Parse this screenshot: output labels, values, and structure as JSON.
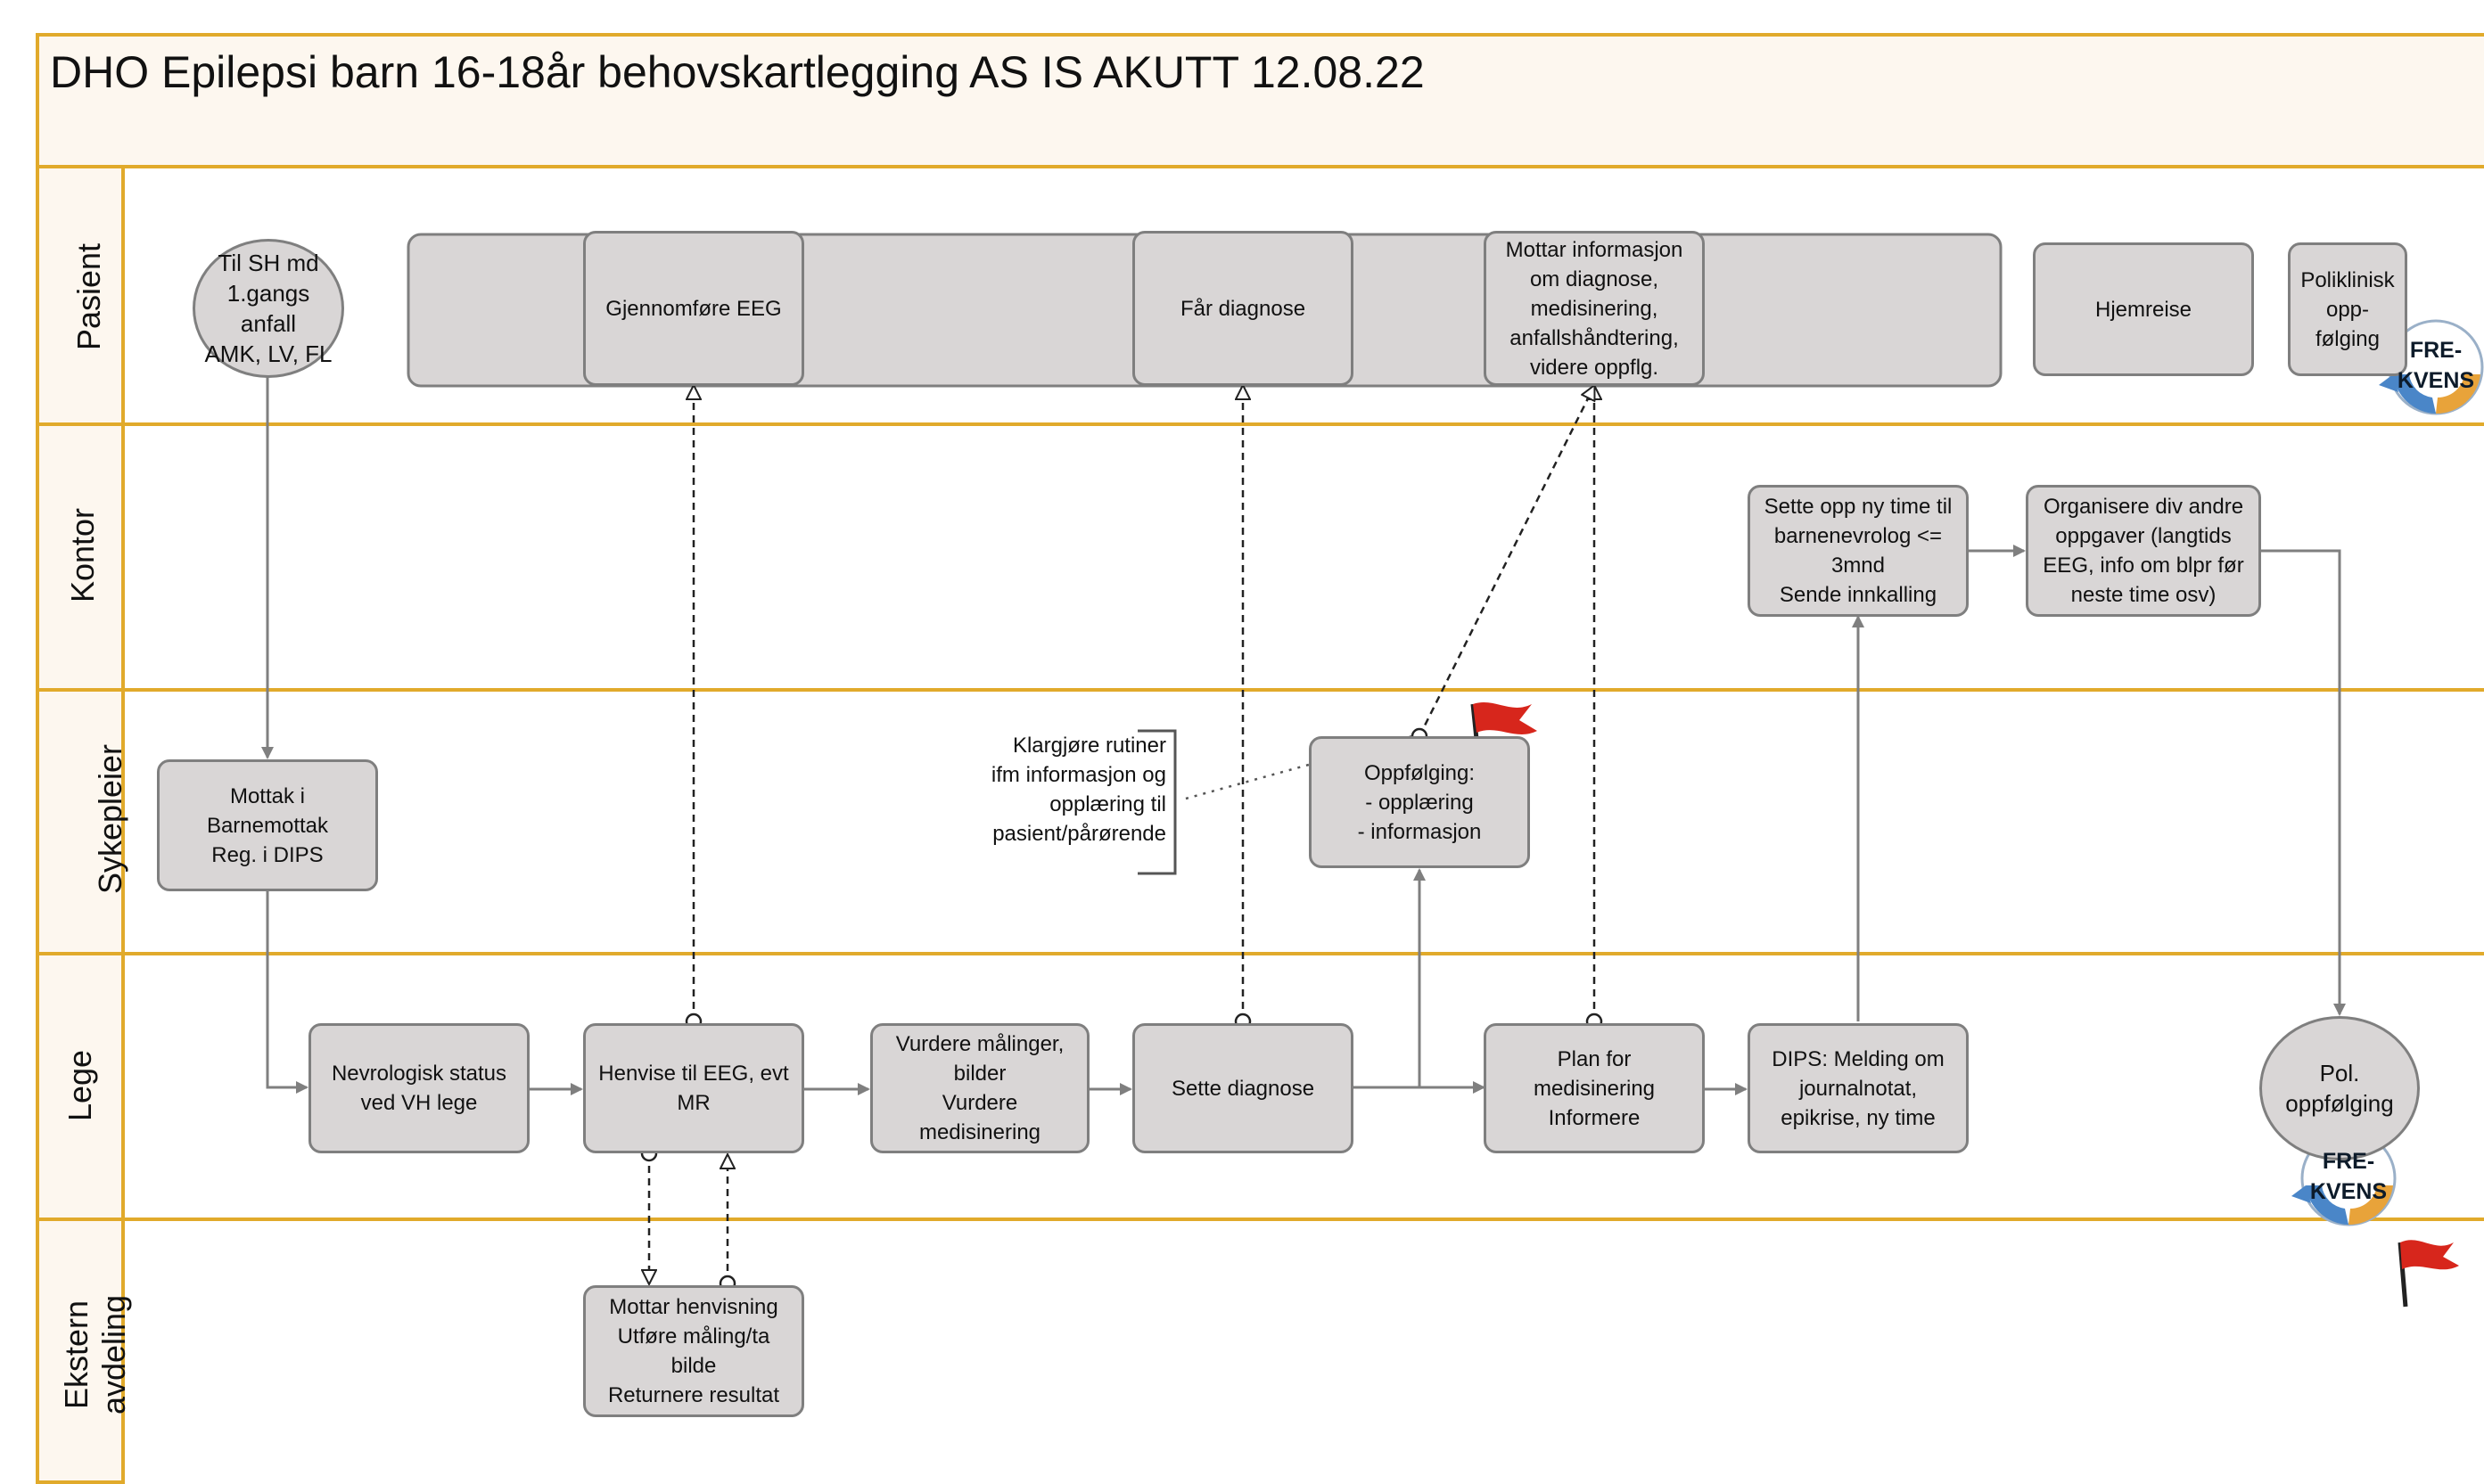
{
  "title": "DHO Epilepsi barn 16-18år behovskartlegging AS IS AKUTT 12.08.22",
  "lanes": {
    "pasient": "Pasient",
    "kontor": "Kontor",
    "sykepleier": "Sykepleier",
    "lege": "Lege",
    "ekstern": "Ekstern\navdeling"
  },
  "nodes": {
    "start": "Til SH md\n1.gangs anfall\nAMK, LV, FL",
    "gjennomfore_eeg": "Gjennomføre EEG",
    "far_diagnose": "Får diagnose",
    "mottar_info": "Mottar informasjon\nom diagnose,\nmedisinering,\nanfallshåndtering,\nvidere oppflg.",
    "hjemreise": "Hjemreise",
    "poliklinisk": "Poliklinisk\nopp-\nfølging",
    "sette_opp_time": "Sette opp ny time til\nbarnenevrolog <=\n3mnd\nSende innkalling",
    "organisere": "Organisere div andre\noppgaver (langtids\nEEG, info om blpr før\nneste time osv)",
    "mottak": "Mottak i\nBarnemottak\nReg. i DIPS",
    "oppfolging": "Oppfølging:\n- opplæring\n- informasjon",
    "nevrologisk": "Nevrologisk status\nved VH lege",
    "henvise": "Henvise til EEG, evt\nMR",
    "vurdere": "Vurdere målinger,\nbilder\nVurdere\nmedisinering",
    "sette_diagnose": "Sette diagnose",
    "plan": "Plan for\nmedisinering\nInformere",
    "dips": "DIPS: Melding om\njournalnotat,\nepikrise, ny time",
    "pol_oppfolging": "Pol.\noppfølging",
    "mottar_henvisning": "Mottar henvisning\nUtføre måling/ta\nbilde\nReturnere resultat"
  },
  "annotation": "Klargjøre rutiner\nifm informasjon og\nopplæring til\npasient/pårørende",
  "badges": {
    "frekvens_1": "FRE-\nKVENS",
    "frekvens_2": "FRE-\nKVENS"
  },
  "colors": {
    "lane_border": "#e1aa2b",
    "lane_fill": "#fdf7ef",
    "node_fill": "#d9d6d6",
    "node_border": "#7f7f7f",
    "flag": "#d7261c"
  },
  "icons": [
    "flag-icon",
    "frequency-cycle-icon"
  ]
}
